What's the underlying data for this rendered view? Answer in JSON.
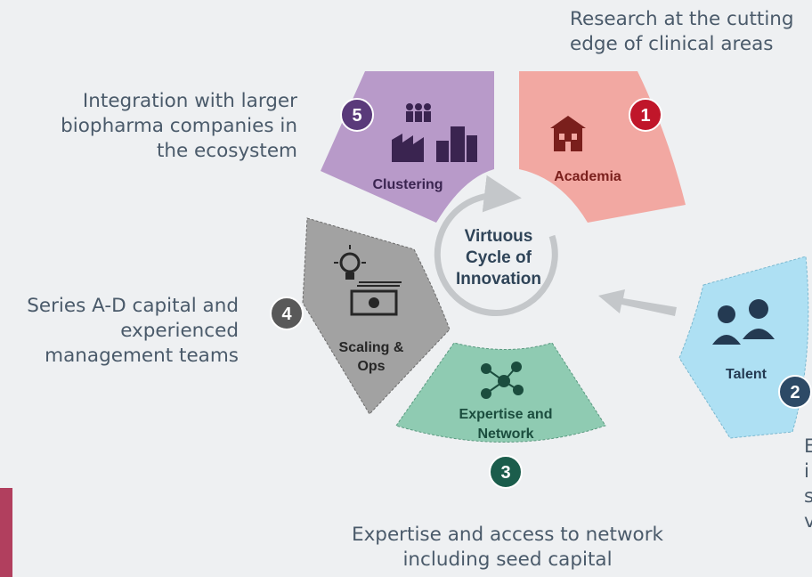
{
  "center": {
    "line1": "Virtuous",
    "line2": "Cycle of",
    "line3": "Innovation"
  },
  "segments": {
    "academia": {
      "label": "Academia",
      "number": "1",
      "color": "#f2a8a2",
      "text_color": "#7a1f1c",
      "badge_color": "#c0162a",
      "icon": "school-icon"
    },
    "talent": {
      "label": "Talent",
      "number": "2",
      "color": "#aee0f3",
      "text_color": "#243a52",
      "badge_color": "#2d4a66",
      "icon": "people-icon"
    },
    "expertise": {
      "label_line1": "Expertise and",
      "label_line2": "Network",
      "number": "3",
      "color": "#8fcbb2",
      "text_color": "#1b4d3e",
      "badge_color": "#1b5d4c",
      "icon": "network-icon"
    },
    "scaling": {
      "label_line1": "Scaling &",
      "label_line2": "Ops",
      "number": "4",
      "color": "#a2a2a2",
      "text_color": "#262626",
      "badge_color": "#595959",
      "icon": "money-idea-icon"
    },
    "clustering": {
      "label": "Clustering",
      "number": "5",
      "color": "#b89ac9",
      "text_color": "#3a2450",
      "badge_color": "#5a3a7a",
      "icon": "factory-city-icon"
    }
  },
  "captions": {
    "academia": "Research at the cutting\nedge of clinical areas",
    "clustering": "Integration with larger\nbiopharma companies in\nthe ecosystem",
    "scaling": "Series A-D capital and\nexperienced\nmanagement teams",
    "expertise": "Expertise and access to network\nincluding seed capital",
    "talent": "E\ni\ns\nv"
  }
}
